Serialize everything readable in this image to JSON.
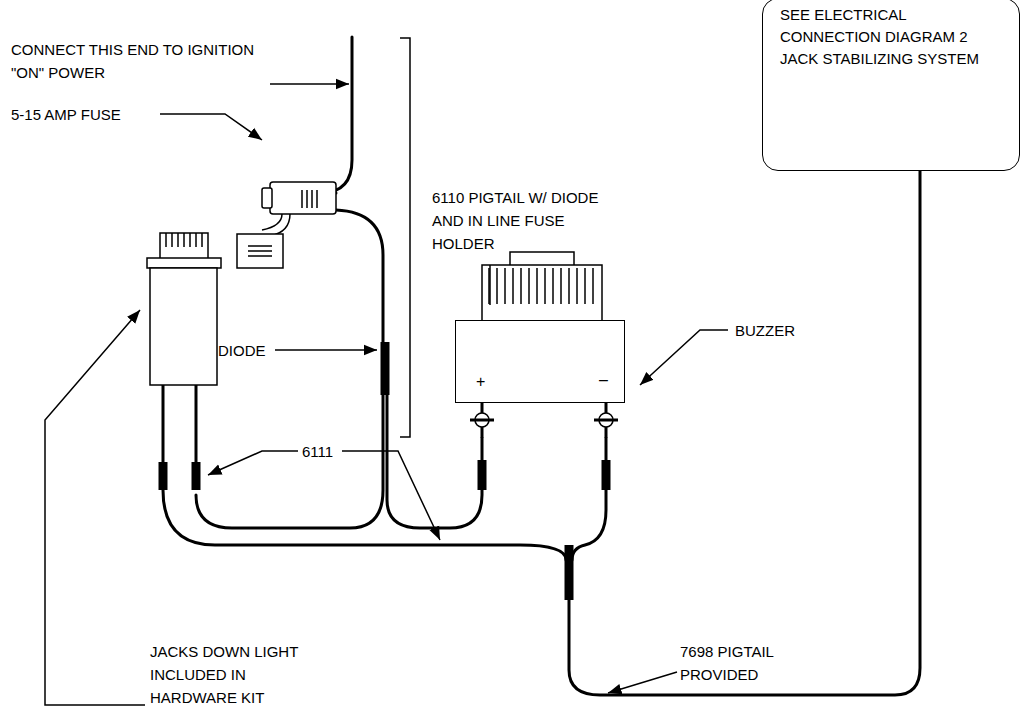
{
  "diagram": {
    "nodes": [
      {
        "text": [
          "SEE ELECTRICAL CONNECTION DIAGRAM 2 JACK STABILIZING SYSTEM"
        ]
      },
      {
        "text": [
          "+",
          "–"
        ]
      }
    ],
    "labels": [
      "CONNECT THIS END TO IGNITION \"ON\" POWER",
      "5-15 AMP FUSE",
      "6110 PIGTAIL W/ DIODE AND IN LINE FUSE HOLDER",
      "DIODE",
      "BUZZER",
      "6111",
      "JACKS DOWN LIGHT INCLUDED IN HARDWARE KIT",
      "7698 PIGTAIL PROVIDED"
    ]
  }
}
